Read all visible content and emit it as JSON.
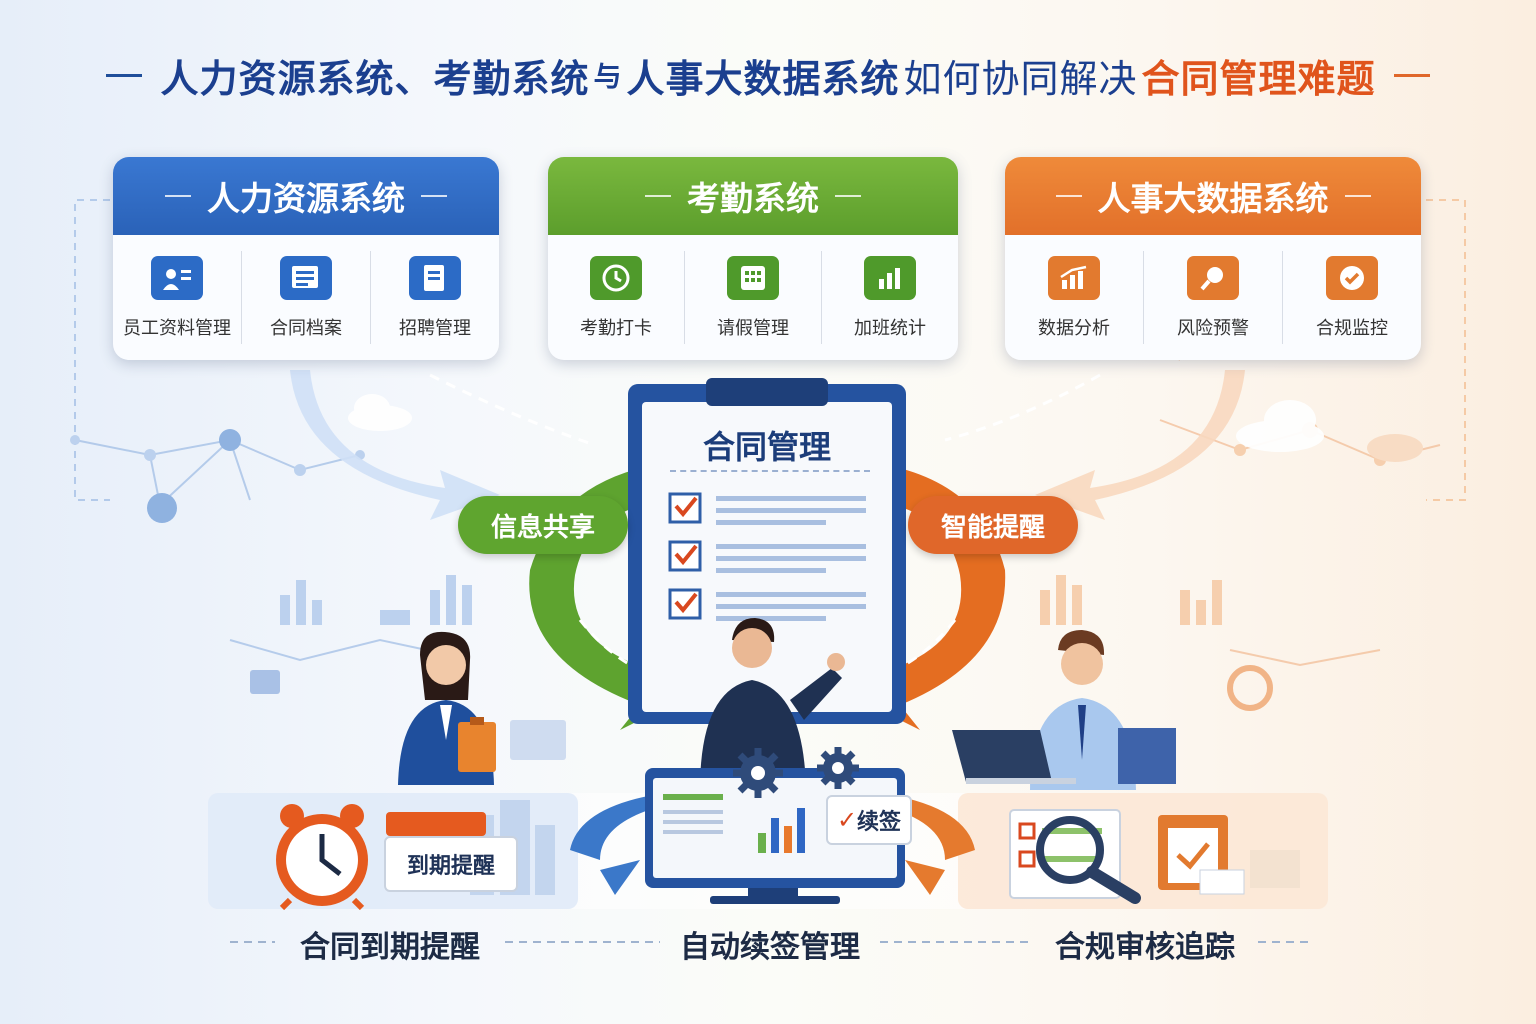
{
  "title": {
    "part1": "人力资源系统、考勤系统",
    "part2": "与",
    "part3": "人事大数据系统",
    "part4": "如何协同解决",
    "part5": "合同管理难题"
  },
  "colors": {
    "blue": "#2f67c4",
    "green": "#66ad34",
    "orange": "#e8792c",
    "navy": "#1b3f8f",
    "accent": "#e0541c"
  },
  "systems": [
    {
      "title": "人力资源系统",
      "items": [
        {
          "label": "员工资料管理",
          "icon": "employee-card-icon"
        },
        {
          "label": "合同档案",
          "icon": "contract-file-icon"
        },
        {
          "label": "招聘管理",
          "icon": "recruitment-doc-icon"
        }
      ]
    },
    {
      "title": "考勤系统",
      "items": [
        {
          "label": "考勤打卡",
          "icon": "clock-icon"
        },
        {
          "label": "请假管理",
          "icon": "calendar-grid-icon"
        },
        {
          "label": "加班统计",
          "icon": "bar-stats-icon"
        }
      ]
    },
    {
      "title": "人事大数据系统",
      "items": [
        {
          "label": "数据分析",
          "icon": "growth-chart-icon"
        },
        {
          "label": "风险预警",
          "icon": "risk-search-icon"
        },
        {
          "label": "合规监控",
          "icon": "check-badge-icon"
        }
      ]
    }
  ],
  "center": {
    "title": "合同管理",
    "left_bubble": "信息共享",
    "right_bubble": "智能提醒"
  },
  "tags": {
    "expiry": "到期提醒",
    "renew": "续签"
  },
  "bottom": [
    {
      "label": "合同到期提醒"
    },
    {
      "label": "自动续签管理"
    },
    {
      "label": "合规审核追踪"
    }
  ]
}
